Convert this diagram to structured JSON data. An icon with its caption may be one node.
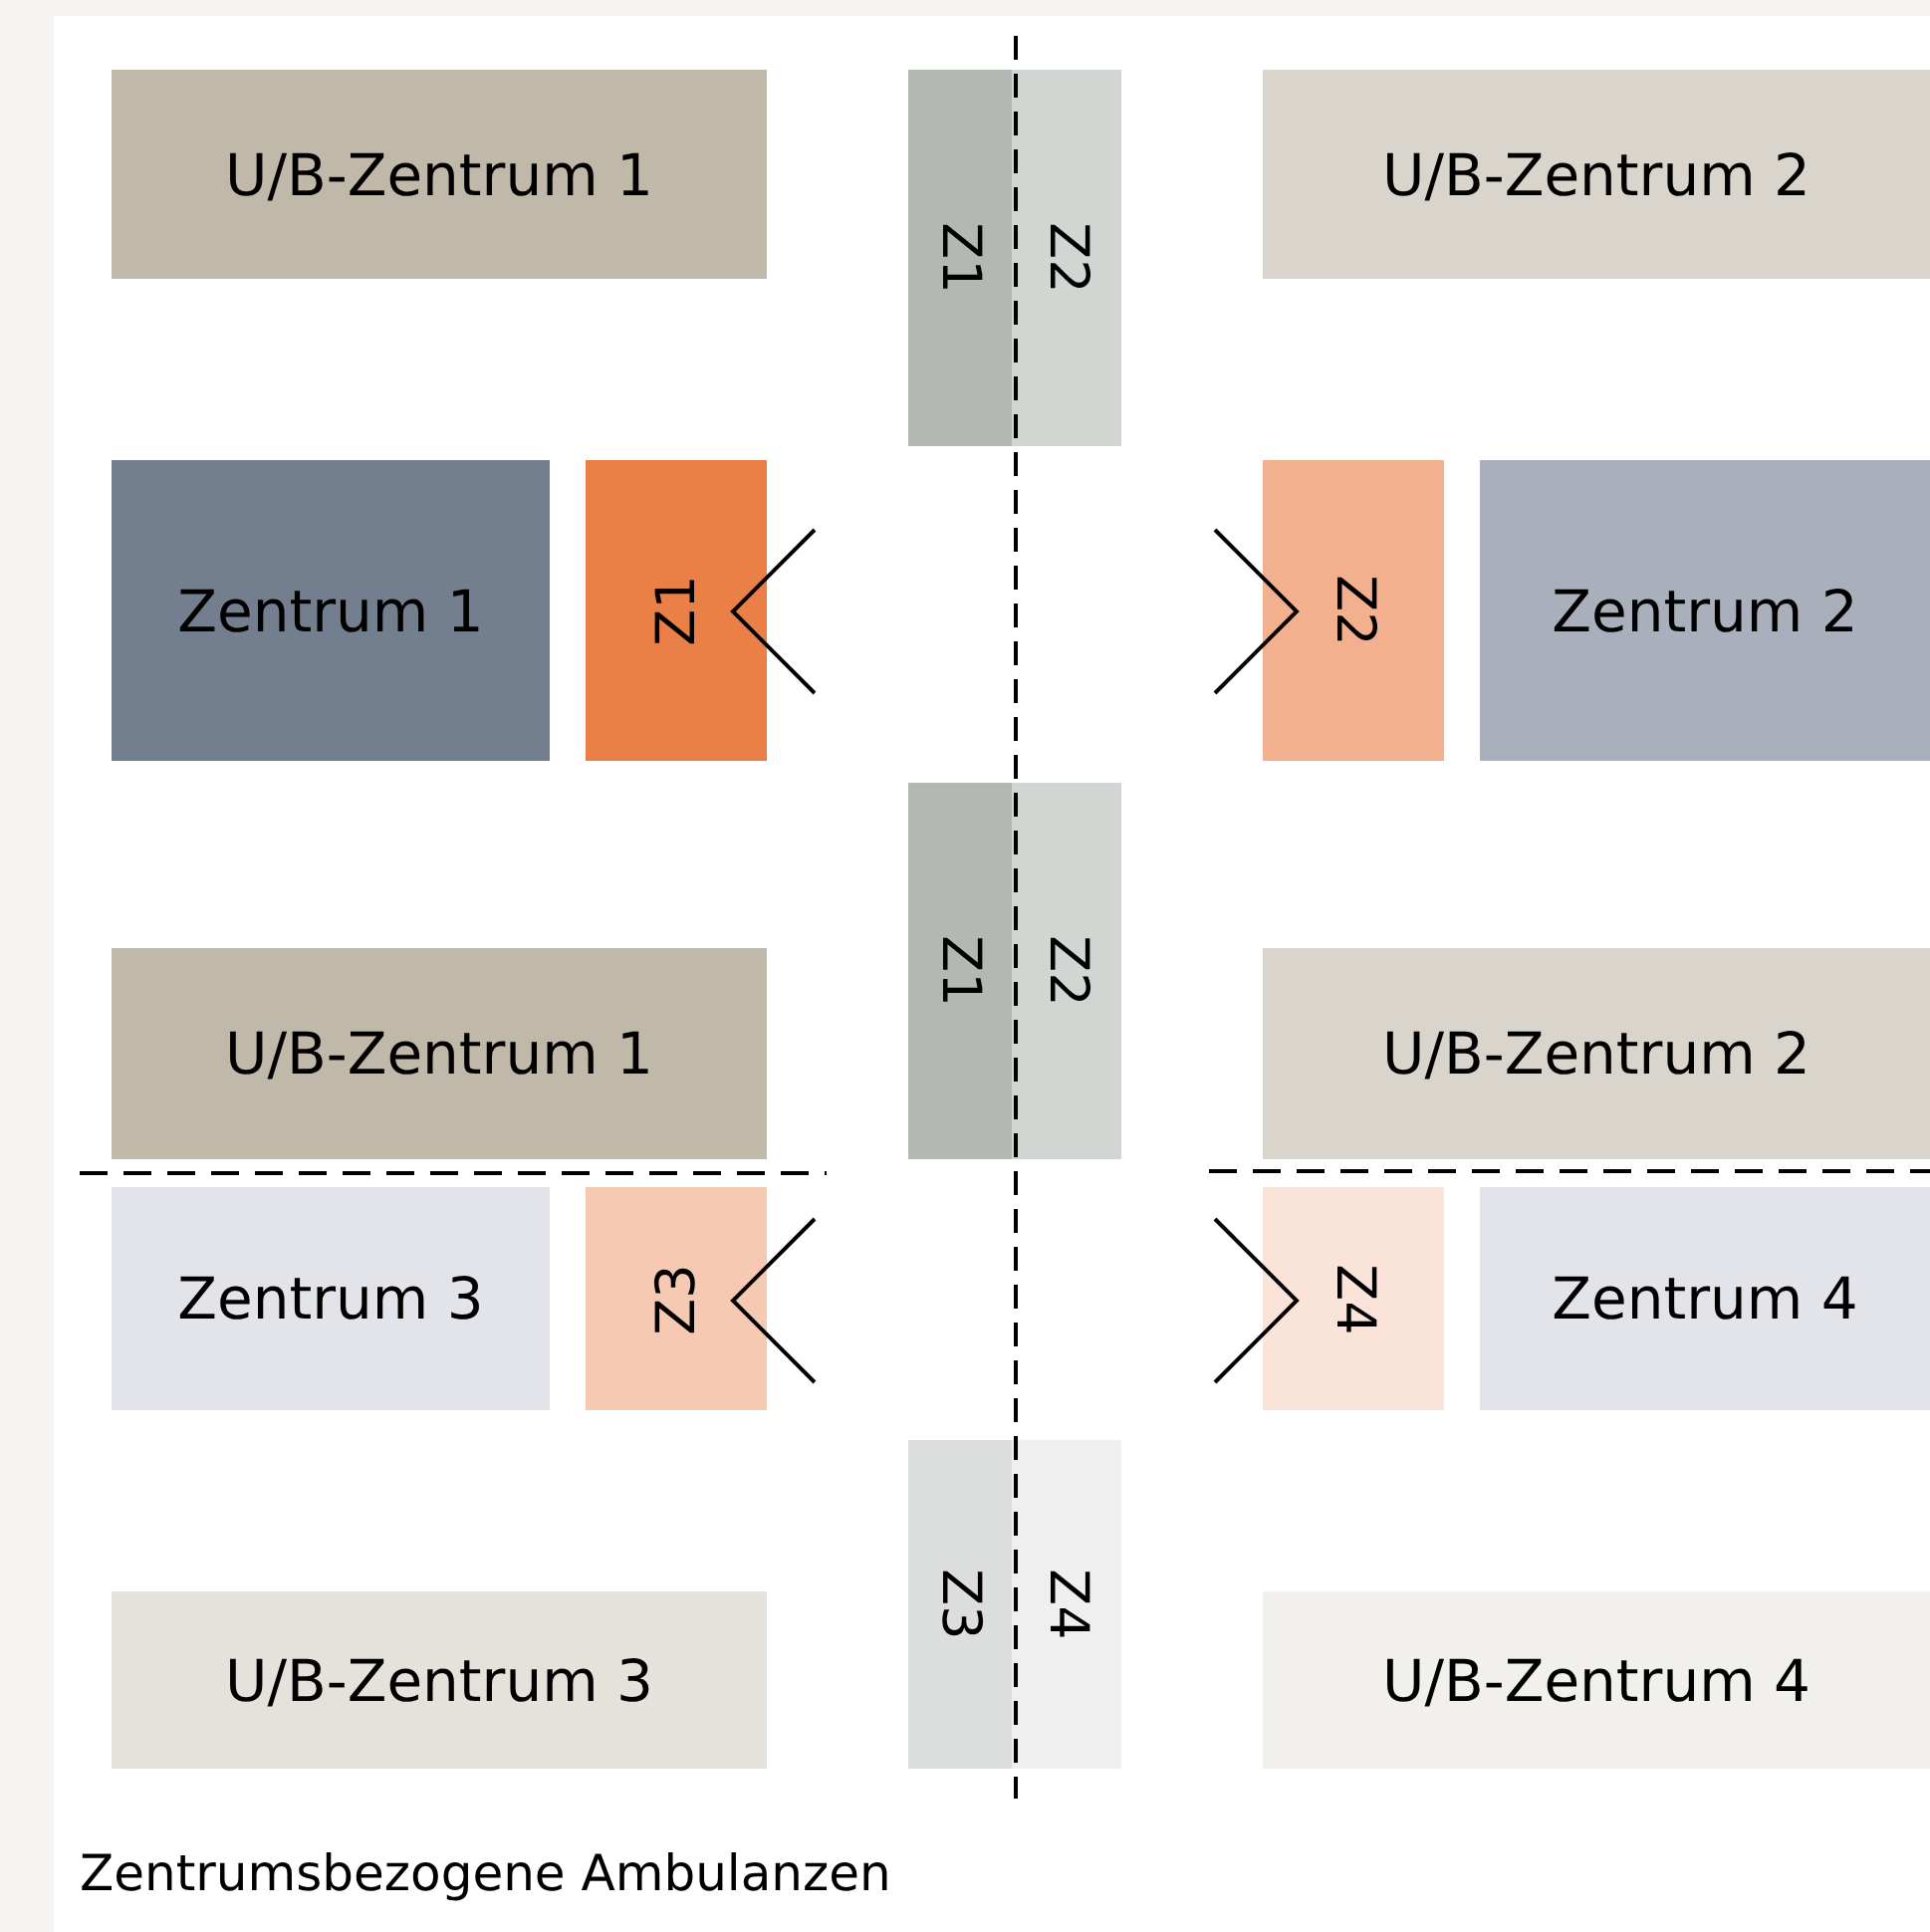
{
  "diagram": {
    "caption": "Zentrumsbezogene Ambulanzen",
    "nodes": [
      {
        "text": [
          "U/B-Zentrum 1"
        ]
      },
      {
        "text": [
          "Z1"
        ]
      },
      {
        "text": [
          "Z2"
        ]
      },
      {
        "text": [
          "U/B-Zentrum 2"
        ]
      },
      {
        "text": [
          "Zentrum 1"
        ]
      },
      {
        "text": [
          "Z1"
        ]
      },
      {
        "text": [
          "Z2"
        ]
      },
      {
        "text": [
          "Zentrum 2"
        ]
      },
      {
        "text": [
          "Z1"
        ]
      },
      {
        "text": [
          "Z2"
        ]
      },
      {
        "text": [
          "U/B-Zentrum 1"
        ]
      },
      {
        "text": [
          "U/B-Zentrum 2"
        ]
      },
      {
        "text": [
          "Zentrum 3"
        ]
      },
      {
        "text": [
          "Z3"
        ]
      },
      {
        "text": [
          "Z4"
        ]
      },
      {
        "text": [
          "Zentrum 4"
        ]
      },
      {
        "text": [
          "Z3"
        ]
      },
      {
        "text": [
          "Z4"
        ]
      },
      {
        "text": [
          "U/B-Zentrum 3"
        ]
      },
      {
        "text": [
          "U/B-Zentrum 4"
        ]
      }
    ]
  }
}
